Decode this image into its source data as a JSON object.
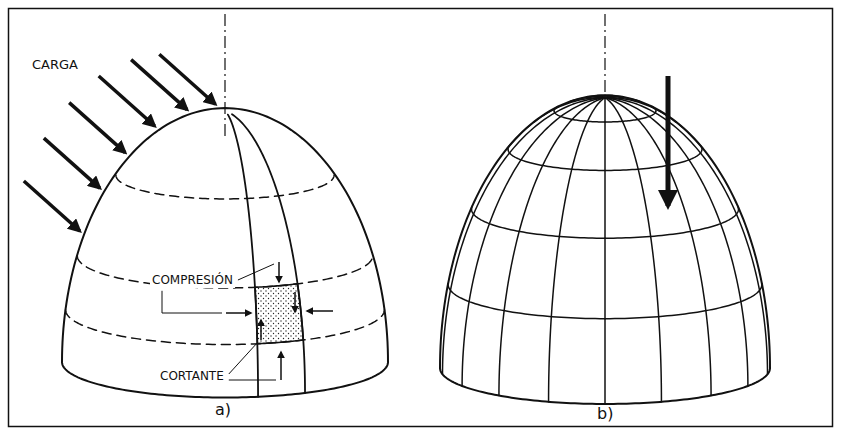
{
  "diagram": {
    "labels": [
      "CARGA",
      "COMPRESIÓN",
      "CORTANTE",
      "a)",
      "b)"
    ]
  }
}
